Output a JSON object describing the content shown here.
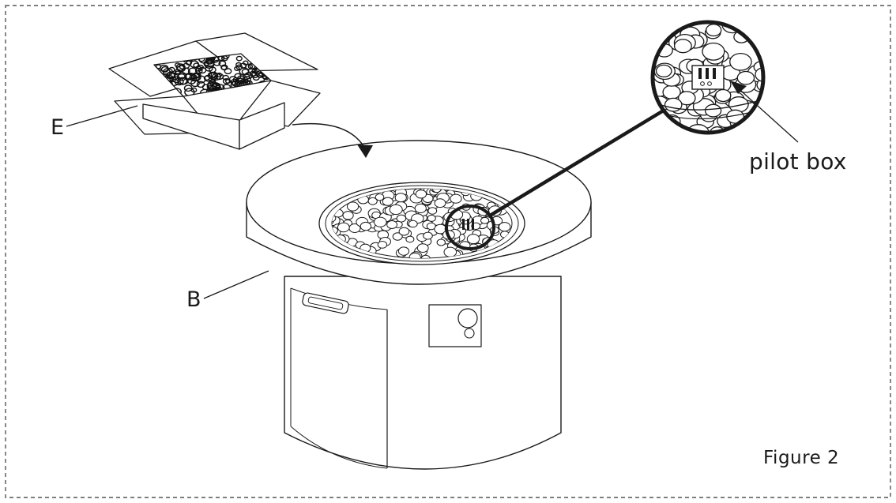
{
  "labels": {
    "part_e": "E",
    "part_b": "B",
    "pilot_box": "pilot box",
    "figure_caption": "Figure 2"
  },
  "colors": {
    "ink": "#1a1a1a",
    "background": "#ffffff"
  }
}
